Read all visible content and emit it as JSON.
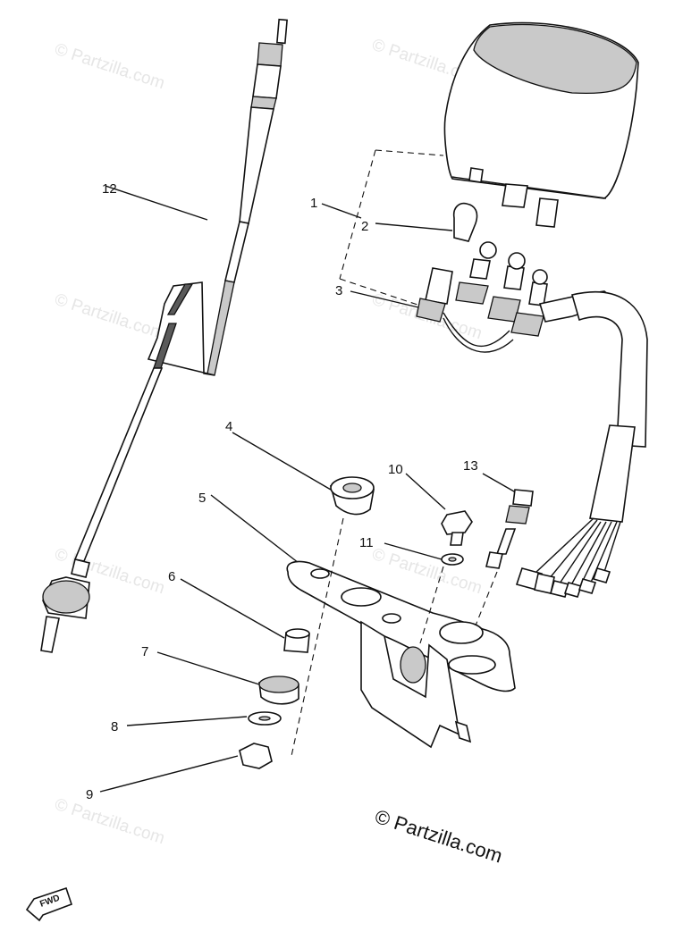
{
  "watermark": {
    "text": "© Partzilla.com"
  },
  "copyright": {
    "text": "© Partzilla.com"
  },
  "fwd_marker": {
    "text": "FWD"
  },
  "callouts": {
    "c1": "1",
    "c2": "2",
    "c3": "3",
    "c4": "4",
    "c5": "5",
    "c6": "6",
    "c7": "7",
    "c8": "8",
    "c9": "9",
    "c10": "10",
    "c11": "11",
    "c12": "12",
    "c13": "13"
  }
}
